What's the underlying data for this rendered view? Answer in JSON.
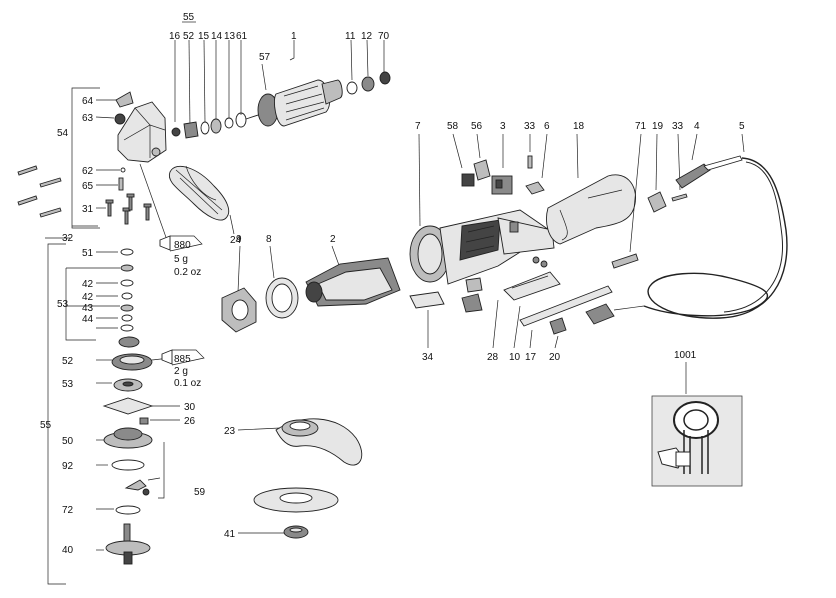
{
  "callouts": {
    "c1": "1",
    "c2": "2",
    "c3": "3",
    "c4": "4",
    "c5": "5",
    "c6": "6",
    "c7": "7",
    "c8": "8",
    "c9": "9",
    "c10": "10",
    "c11": "11",
    "c12": "12",
    "c13": "13",
    "c14": "14",
    "c15": "15",
    "c16": "16",
    "c17": "17",
    "c18": "18",
    "c19": "19",
    "c20": "20",
    "c23": "23",
    "c24": "24",
    "c26": "26",
    "c28": "28",
    "c30": "30",
    "c31": "31",
    "c32": "32",
    "c33a": "33",
    "c33b": "33",
    "c34": "34",
    "c40": "40",
    "c41": "41",
    "c42a": "42",
    "c42b": "42",
    "c43": "43",
    "c44": "44",
    "c50": "50",
    "c51": "51",
    "c52a": "52",
    "c52b": "52",
    "c53a": "53",
    "c53b": "53",
    "c54": "54",
    "c55a": "55",
    "c55b": "55",
    "c56": "56",
    "c57": "57",
    "c58": "58",
    "c59": "59",
    "c61": "61",
    "c62": "62",
    "c63": "63",
    "c64": "64",
    "c65": "65",
    "c70": "70",
    "c71": "71",
    "c72": "72",
    "c92": "92",
    "c1001": "1001"
  },
  "grease_tags": [
    {
      "code": "880",
      "amount": "5 g",
      "ounces": "0.2 oz"
    },
    {
      "code": "885",
      "amount": "2 g",
      "ounces": "0.1 oz"
    }
  ]
}
